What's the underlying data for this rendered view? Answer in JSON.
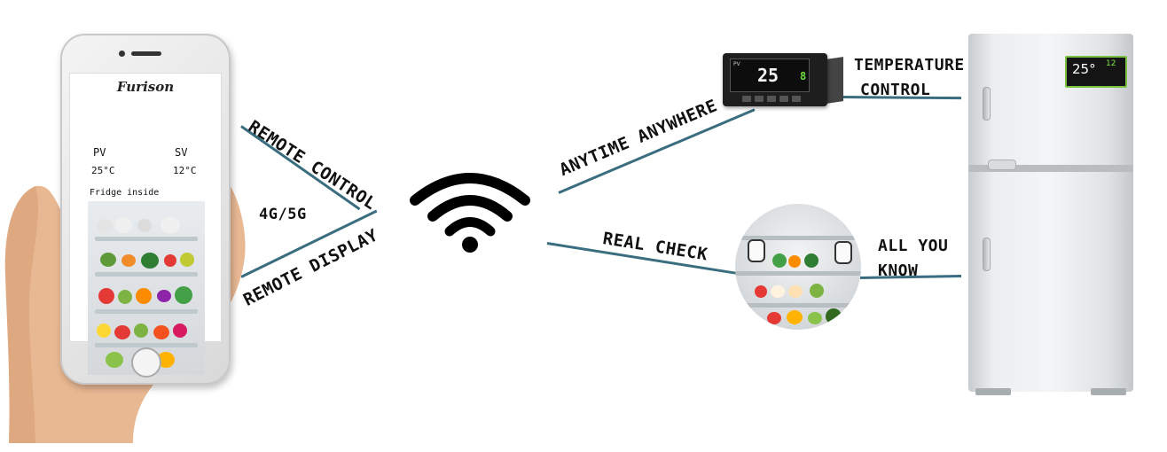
{
  "phone_app": {
    "brand": "Furison",
    "pv_label": "PV",
    "sv_label": "SV",
    "pv_value": "25°C",
    "sv_value": "12°C",
    "fridge_inside_label": "Fridge inside"
  },
  "labels": {
    "remote_control": "REMOTE CONTROL",
    "network": "4G/5G",
    "remote_display": "REMOTE DISPLAY",
    "anytime_anywhere": "ANYTIME ANYWHERE",
    "real_check": "REAL CHECK",
    "temperature_control_line1": "TEMPERATURE",
    "temperature_control_line2": "CONTROL",
    "all_you_know_line1": "ALL YOU",
    "all_you_know_line2": "KNOW"
  },
  "controller": {
    "pv_label": "PV",
    "pv_display": "25",
    "sv_display": "8"
  },
  "fridge_display": {
    "pv": "25°",
    "sv": "12"
  },
  "colors": {
    "connector_line": "#3a6d7f",
    "display_green": "#7ac143"
  },
  "icons": [
    "wifi-icon",
    "smartphone",
    "temperature-controller",
    "camera-view",
    "refrigerator"
  ]
}
